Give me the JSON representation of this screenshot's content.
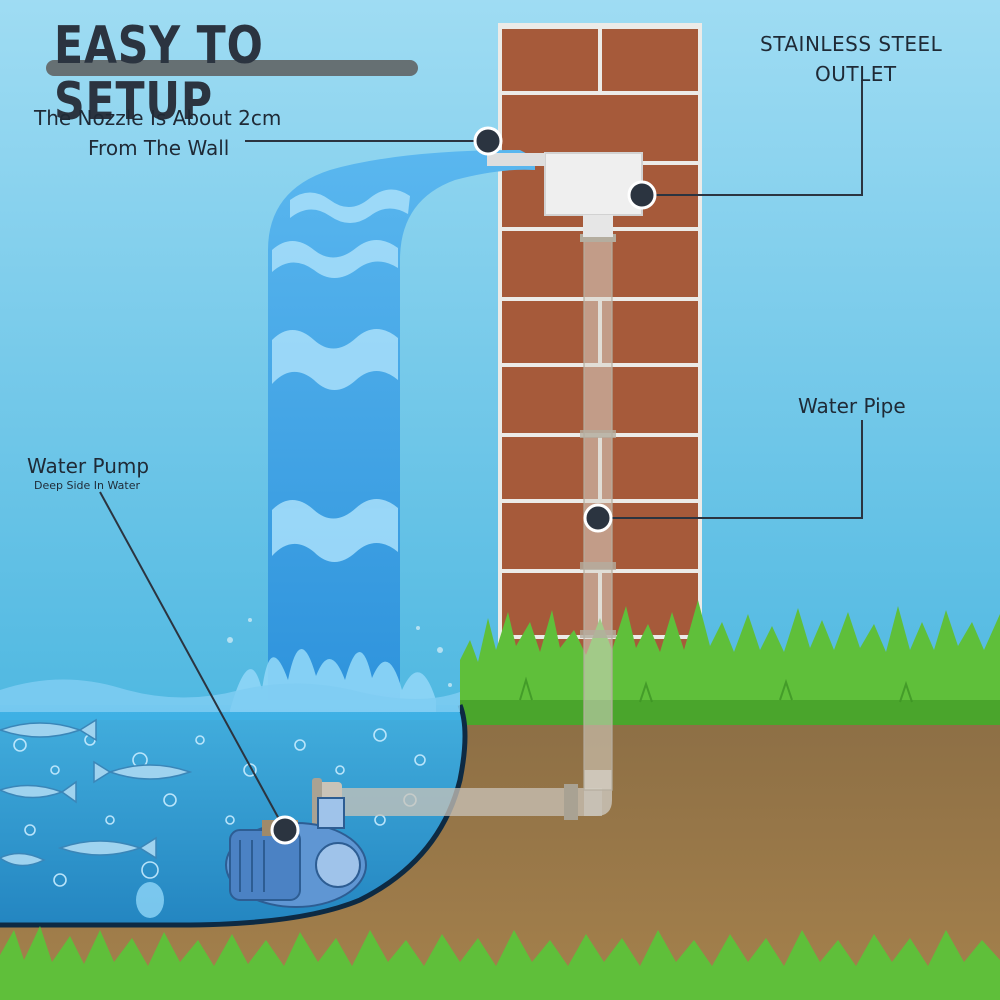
{
  "title": "EASY TO SETUP",
  "labels": {
    "nozzle_line1": "The Nozzle Is About 2cm",
    "nozzle_line2": "From The Wall",
    "outlet_line1": "STAINLESS STEEL",
    "outlet_line2": "OUTLET",
    "pipe": "Water Pipe",
    "pump": "Water Pump",
    "pump_sub": "Deep Side In Water"
  },
  "colors": {
    "sky": "#5fc0e3",
    "brick": "#a65a3a",
    "mortar": "#ecebe8",
    "water": "#3aa7e4",
    "grass": "#5fbf3a",
    "soil": "#9e7a49",
    "callout": "#2b3440"
  }
}
